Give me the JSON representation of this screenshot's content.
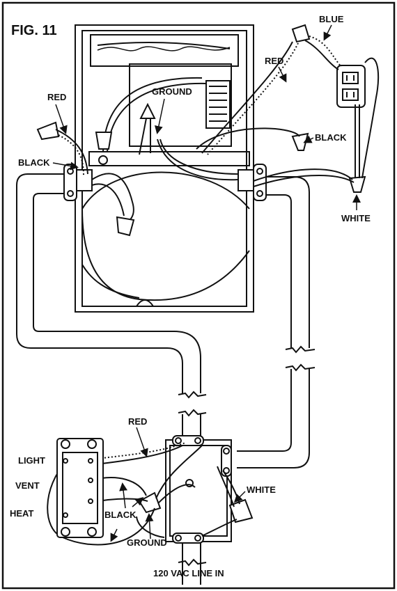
{
  "figure": {
    "title": "FIG. 11"
  },
  "labels": {
    "red_top": "RED",
    "blue": "BLUE",
    "red_left": "RED",
    "ground_top": "GROUND",
    "black_left": "BLACK",
    "black_right": "BLACK",
    "white_top": "WHITE",
    "red_bottom": "RED",
    "light": "LIGHT",
    "vent": "VENT",
    "heat": "HEAT",
    "black_bottom": "BLACK",
    "white_bottom": "WHITE",
    "ground_bottom": "GROUND",
    "line_in": "120 VAC LINE IN"
  }
}
